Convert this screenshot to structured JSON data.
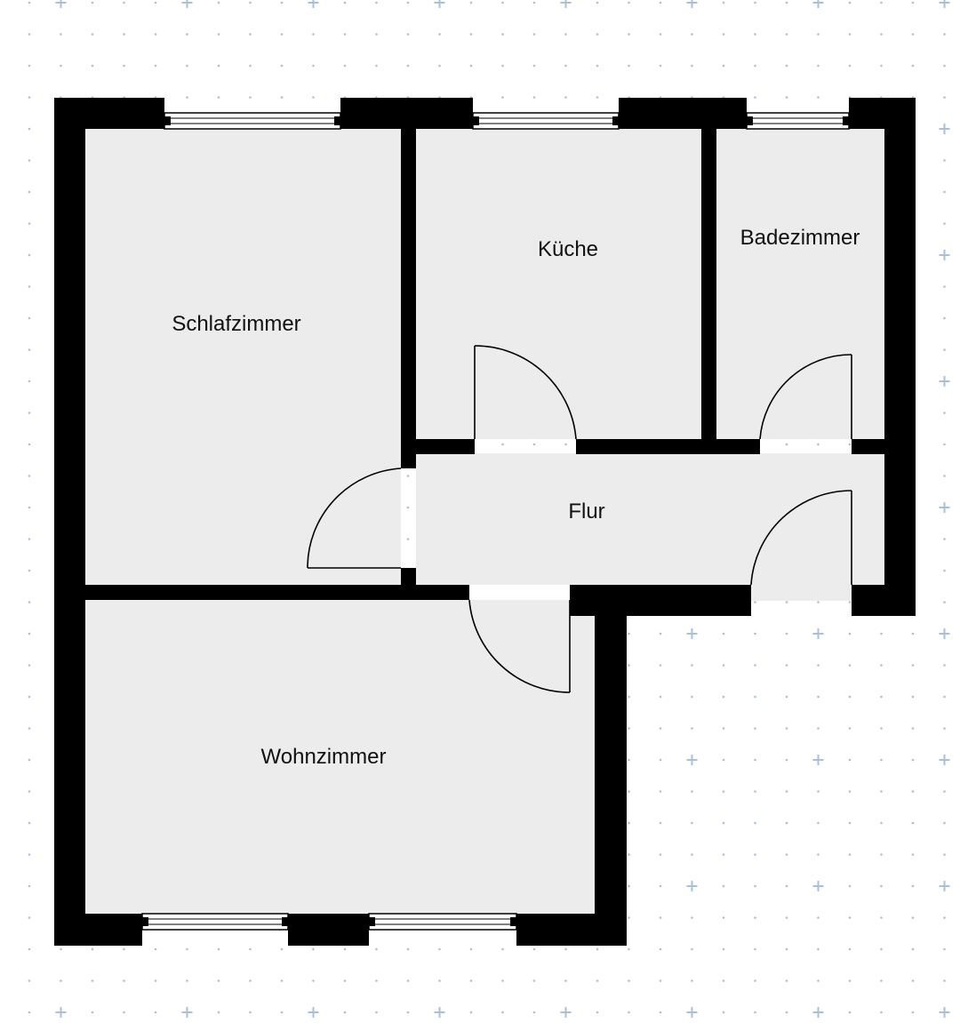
{
  "floorplan": {
    "rooms": {
      "schlafzimmer": "Schlafzimmer",
      "kueche": "Küche",
      "badezimmer": "Badezimmer",
      "flur": "Flur",
      "wohnzimmer": "Wohnzimmer"
    },
    "colors": {
      "background": "#ffffff",
      "floor": "#ececec",
      "wall": "#000000",
      "grid": "#a9c1d8",
      "window": "#000000",
      "door": "#000000",
      "label": "#111111"
    }
  }
}
